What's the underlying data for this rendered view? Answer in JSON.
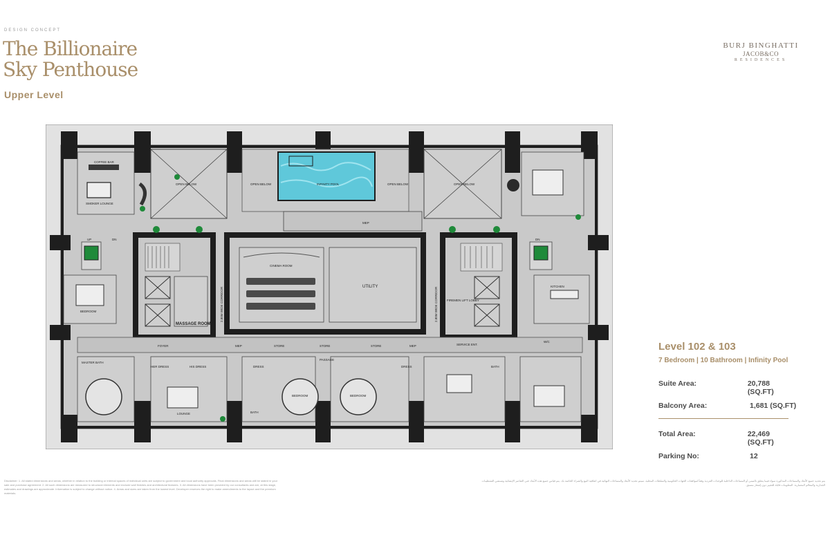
{
  "header": {
    "concept_label": "DESIGN CONCEPT",
    "title_line1": "The Billionaire",
    "title_line2": "Sky Penthouse",
    "subtitle": "Upper Level"
  },
  "brand": {
    "line1": "BURJ BINGHATTI",
    "line2": "JACOB&CO",
    "line3": "RESIDENCES"
  },
  "level_info": {
    "level": "Level 102 & 103",
    "features": "7 Bedroom | 10 Bathroom | Infinity Pool",
    "suite_label": "Suite Area:",
    "suite_value": "20,788 (SQ.FT)",
    "balcony_label": "Balcony Area:",
    "balcony_value": "1,681 (SQ.FT)",
    "total_label": "Total Area:",
    "total_value": "22,469 (SQ.FT)",
    "parking_label": "Parking No:",
    "parking_value": "12"
  },
  "rooms": {
    "coffee_bar": "COFFEE BAR",
    "smoker_lounge": "SMOKER LOUNGE",
    "open_below": "OPEN BELOW",
    "infinity_pool": "INFINITY POOL",
    "mep": "MEP",
    "cinema_room": "CINEMA ROOM",
    "utility": "UTILITY",
    "massage_room": "MASSAGE ROOM",
    "corridor": "2.80M WIDE CORRIDOR",
    "firemen_lobby": "FIREMEN LIFT LOBBY",
    "kitchen": "KITCHEN",
    "bedroom": "BEDROOM",
    "master_bath": "MASTER BATH",
    "her_dress": "HER DRESS",
    "his_dress": "HIS DRESS",
    "dress": "DRESS",
    "bath": "BATH",
    "lounge": "LOUNGE",
    "store": "STORE",
    "passage": "PASSAGE",
    "foyer": "FOYER",
    "service_ent": "SERVICE ENT.",
    "wc": "W/C",
    "up": "UP",
    "dn": "DN"
  },
  "colors": {
    "gold": "#a98f6a",
    "wall": "#1e1e1e",
    "floor": "#c9c9c9",
    "balcony": "#e2e2e2",
    "pool": "#5fc8da",
    "plant": "#1f8a3a"
  },
  "disclaimer_left": "Disclaimer: 1. All stated dimensions and areas, whether in relation to the building or internal spaces of individual units are subject to government and local authority approvals. Final dimensions and areas will be stated in your sale and purchase agreement. 2. All such dimensions are measured to structural elements and exclude wall finishes and architectural features. 3. All dimensions have been provided by our consultants and are, at this stage, estimates and drawings are approximate. Information is subject to change without notice. 4. Areas and sizes are taken from the lowest level. Developer reserves the right to make amendments to the layout and the premium materials.",
  "disclaimer_right": "يتم تحديد جميع الأبعاد والمساحات المذكورة سواء فيما يتعلق بالمبنى أو المساحات الداخلية للوحدات الفردية وفقاً لموافقات الجهات الحكومية والسلطات المحلية. سيتم تحديد الأبعاد والمساحات النهائية في اتفاقية البيع والشراء الخاصة بك. يتم قياس جميع هذه الأبعاد حتى العناصر الإنشائية وتستثني التشطيبات الجدارية والمعالم المعمارية. المعلومات قابلة للتغيير دون إشعار مسبق."
}
